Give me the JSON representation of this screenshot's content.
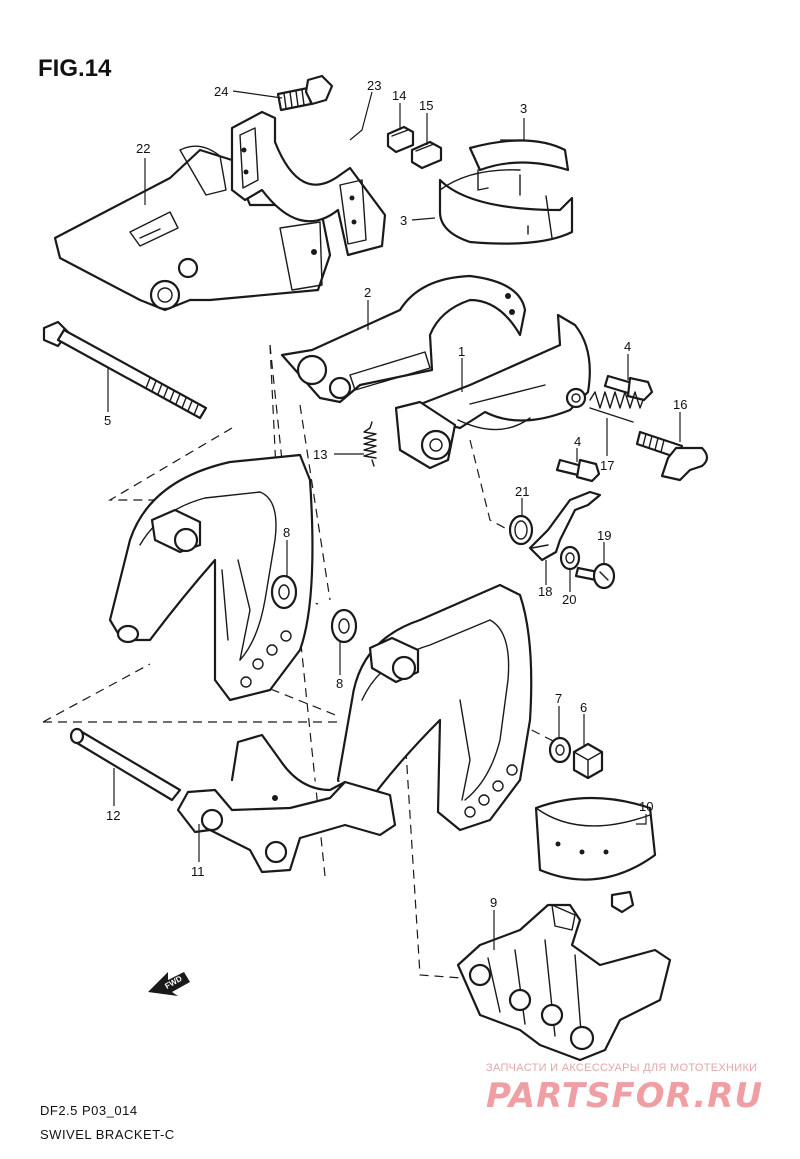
{
  "figure": {
    "title": "FIG.14",
    "model_code": "DF2.5 P03_014",
    "section_name": "SWIVEL BRACKET-C"
  },
  "callouts": {
    "p1": "1",
    "p2": "2",
    "p3a": "3",
    "p3b": "3",
    "p4a": "4",
    "p4b": "4",
    "p5": "5",
    "p6": "6",
    "p7": "7",
    "p8a": "8",
    "p8b": "8",
    "p9": "9",
    "p10": "10",
    "p11": "11",
    "p12": "12",
    "p13": "13",
    "p14": "14",
    "p15": "15",
    "p16": "16",
    "p17": "17",
    "p18": "18",
    "p19": "19",
    "p20": "20",
    "p21": "21",
    "p22": "22",
    "p23": "23",
    "p24": "24"
  },
  "direction_marker": {
    "label": "FWD",
    "icon": "fwd-arrow-icon"
  },
  "watermark": {
    "tagline": "ЗАПЧАСТИ И АКСЕССУАРЫ ДЛЯ МОТОТЕХНИКИ",
    "logo": "PARTSFOR.RU"
  },
  "colors": {
    "line": "#1a1a1a",
    "background": "#ffffff",
    "watermark": "#ef9ea3"
  }
}
